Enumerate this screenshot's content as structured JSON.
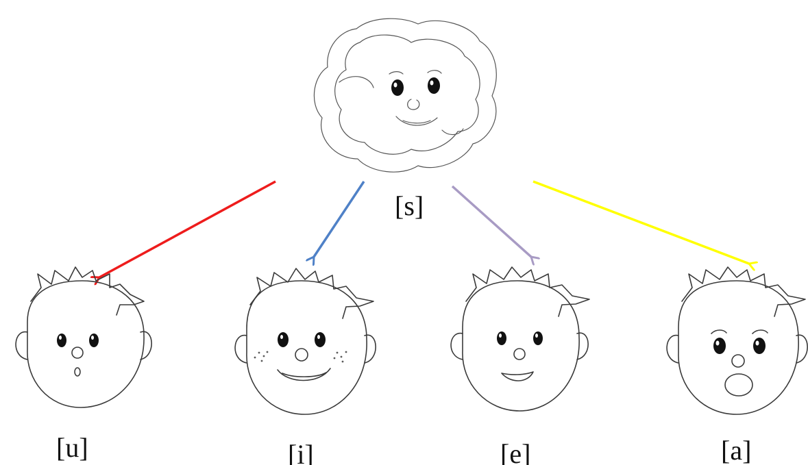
{
  "labels": {
    "center": "[s]",
    "faces": [
      "[u]",
      "[i]",
      "[e]",
      "[a]"
    ]
  },
  "arrow_colors": {
    "u": "#ee1c1c",
    "i": "#4f81c7",
    "e": "#a89bc4",
    "a": "#ffff00"
  }
}
